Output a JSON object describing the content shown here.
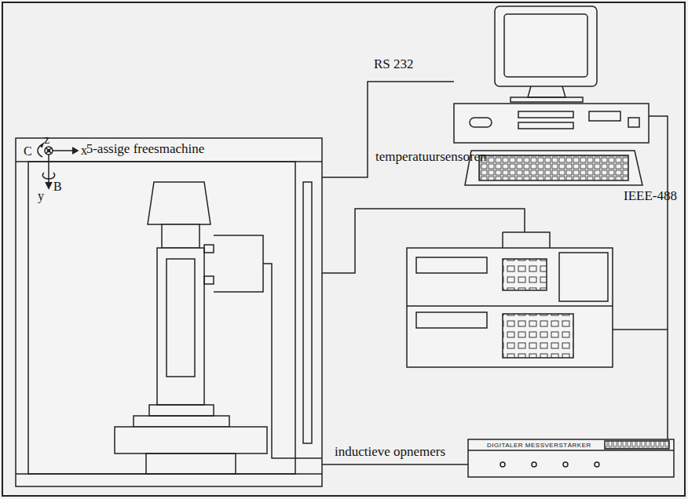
{
  "diagram": {
    "nodes": [
      {
        "text": [
          "5-assige freesmachine"
        ]
      },
      {
        "text": [
          "DIGITALER MESSVERSTÄRKER"
        ]
      }
    ],
    "edges": [
      {
        "from": 0,
        "to": 1,
        "label": "inductieve opnemers",
        "arrow": "none"
      }
    ],
    "labels": [
      "RS 232",
      "temperatuursensoren",
      "IEEE-488",
      "z",
      "x",
      "C",
      "B",
      "y"
    ]
  }
}
